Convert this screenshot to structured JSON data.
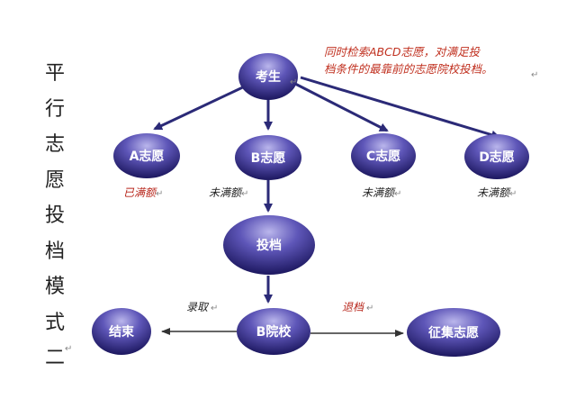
{
  "title_chars": [
    "平",
    "行",
    "志",
    "愿",
    "投",
    "档",
    "模",
    "式",
    "二"
  ],
  "note": {
    "line1": "同时检索ABCD志愿，对满足投",
    "line2": "档条件的最靠前的志愿院校投档。"
  },
  "nodes": {
    "kaosheng": "考生",
    "a": "A志愿",
    "b": "B志愿",
    "c": "C志愿",
    "d": "D志愿",
    "toudang": "投档",
    "bschool": "B院校",
    "jieshu": "结束",
    "zhengji": "征集志愿"
  },
  "tags": {
    "a": "已满额",
    "b": "未满额",
    "c": "未满额",
    "d": "未满额",
    "luqu": "录取",
    "tuidang": "退档"
  },
  "paragraph_mark": "↵",
  "colors": {
    "node_dark": "#241d6e",
    "node_light": "#b9b6ea",
    "arrow": "#2b2a77",
    "tag_red": "#b8271c",
    "note_red": "#c0301f"
  }
}
